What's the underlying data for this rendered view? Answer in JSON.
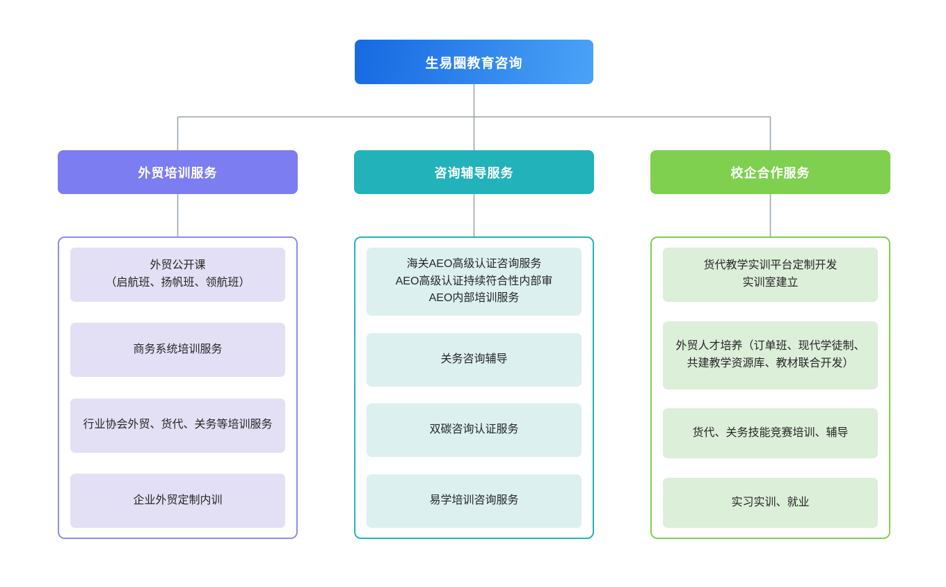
{
  "diagram": {
    "type": "organization-chart",
    "orientation": "top-down",
    "root": {
      "label": "生易圈教育咨询",
      "color": "#1769e0",
      "color_end": "#4ba3f7",
      "text_color": "#ffffff"
    },
    "connector_color": "#9aa4ae",
    "columns": [
      {
        "header": "外贸培训服务",
        "accent": "#7b7df0",
        "border": "#8b8cf2",
        "item_fill": "#e3e0f5",
        "items": [
          "外贸公开课\n（启航班、扬帆班、领航班）",
          "商务系统培训服务",
          "行业协会外贸、货代、关务等培训服务",
          "企业外贸定制内训"
        ]
      },
      {
        "header": "咨询辅导服务",
        "accent": "#21b3b9",
        "border": "#21b3b9",
        "item_fill": "#dcf0f0",
        "items": [
          "海关AEO高级认证咨询服务\nAEO高级认证持续符合性内部审\nAEO内部培训服务",
          "关务咨询辅导",
          "双碳咨询认证服务",
          "易学培训咨询服务"
        ]
      },
      {
        "header": "校企合作服务",
        "accent": "#7ed04e",
        "border": "#7ed04e",
        "item_fill": "#dcefd9",
        "items": [
          "货代教学实训平台定制开发\n实训室建立",
          "外贸人才培养（订单班、现代学徒制、共建教学资源库、教材联合开发）",
          "货代、关务技能竞赛培训、辅导",
          "实习实训、就业"
        ]
      }
    ]
  }
}
